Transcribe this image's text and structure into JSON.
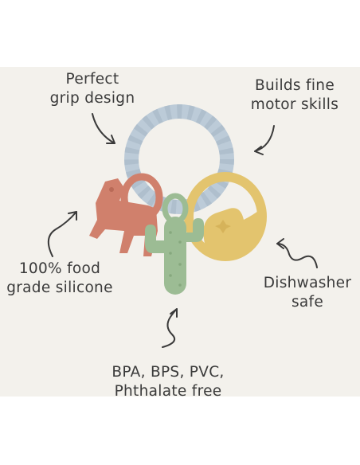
{
  "labels": {
    "grip": {
      "line1": "Perfect",
      "line2": "grip design"
    },
    "motor": {
      "line1": "Builds fine",
      "line2": "motor skills"
    },
    "food": {
      "line1": "100% food",
      "line2": "grade silicone"
    },
    "dishwasher": {
      "line1": "Dishwasher",
      "line2": "safe"
    },
    "bpa": {
      "line1": "BPA, BPS, PVC,",
      "line2": "Phthalate free"
    }
  },
  "colors": {
    "background": "#f3f1ec",
    "text": "#3a3a3a",
    "ring_blue": "#bccbd8",
    "horse_terracotta": "#d0806c",
    "cactus_green": "#9cbc94",
    "hat_mustard": "#e3c46e"
  },
  "icons": [
    "curved-arrow-icon",
    "horse-teether",
    "cactus-teether",
    "cowboy-hat-teether",
    "teething-ring"
  ]
}
